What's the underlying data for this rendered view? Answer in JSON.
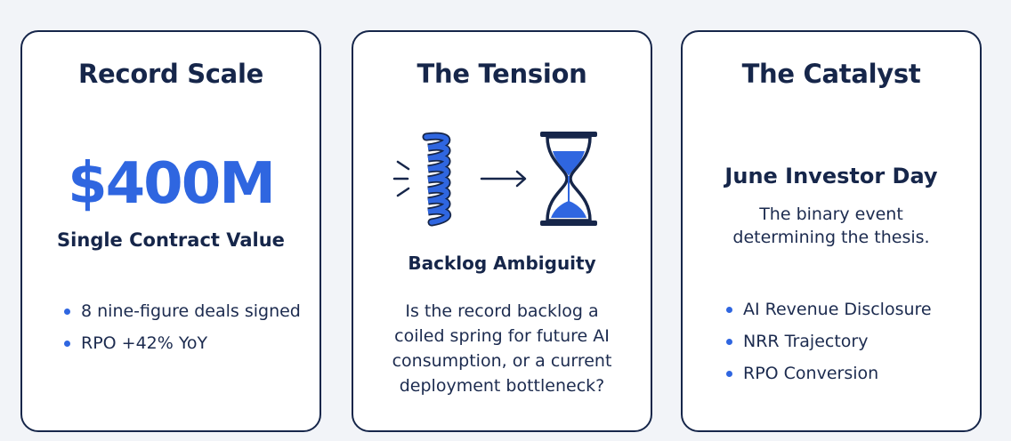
{
  "cards": [
    {
      "title": "Record Scale",
      "big_value": "$400M",
      "big_value_label": "Single Contract Value",
      "bullets": [
        "8 nine-figure deals signed",
        "RPO +42% YoY"
      ]
    },
    {
      "title": "The Tension",
      "illustration_icons": [
        "coiled-spring-icon",
        "arrow-right-icon",
        "hourglass-icon"
      ],
      "subheading": "Backlog Ambiguity",
      "body": "Is the record backlog a coiled spring for future AI consumption, or a current deployment bottleneck?"
    },
    {
      "title": "The Catalyst",
      "event_title": "June Investor Day",
      "event_description": "The binary event determining the thesis.",
      "bullets": [
        "AI Revenue Disclosure",
        "NRR Trajectory",
        "RPO Conversion"
      ]
    }
  ],
  "colors": {
    "navy": "#16264a",
    "accent_blue": "#2f66e0",
    "background": "#f2f4f8",
    "card": "#ffffff"
  }
}
